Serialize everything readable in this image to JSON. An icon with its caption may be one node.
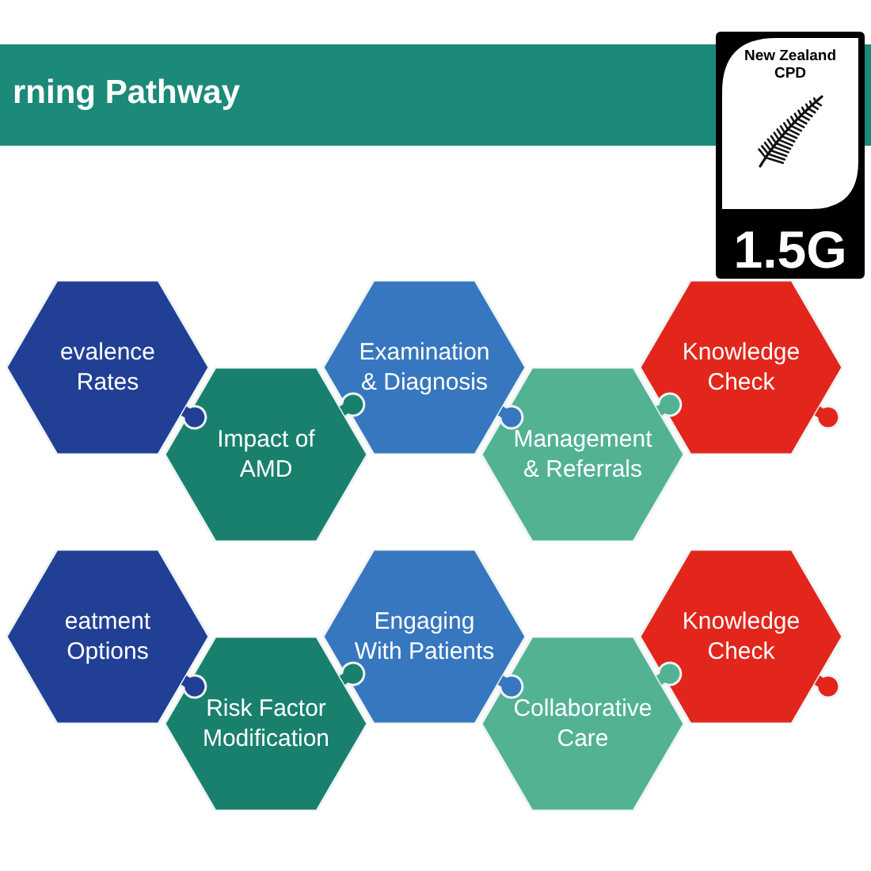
{
  "diagram": {
    "title": "rning Pathway",
    "nodes": [
      {
        "text": [
          "New Zealand CPD",
          "1.5G"
        ]
      },
      {
        "text": [
          "evalence Rates"
        ]
      },
      {
        "text": [
          "Impact of AMD"
        ]
      },
      {
        "text": [
          "Examination & Diagnosis"
        ]
      },
      {
        "text": [
          "Management & Referrals"
        ]
      },
      {
        "text": [
          "Knowledge Check"
        ]
      },
      {
        "text": [
          "eatment Options"
        ]
      },
      {
        "text": [
          "Risk Factor Modification"
        ]
      },
      {
        "text": [
          "Engaging With Patients"
        ]
      },
      {
        "text": [
          "Collaborative Care"
        ]
      },
      {
        "text": [
          "Knowledge Check"
        ]
      }
    ]
  }
}
